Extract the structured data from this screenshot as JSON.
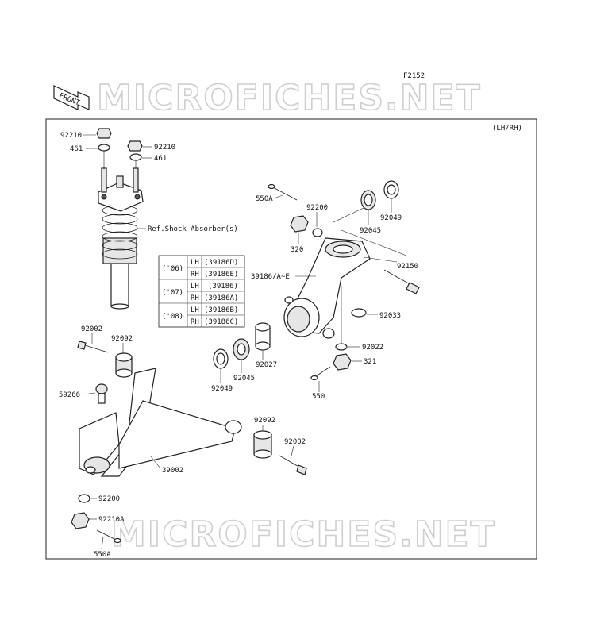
{
  "figure_code": "F2152",
  "side_note": "(LH/RH)",
  "front_label": "FRONT",
  "watermark_text": "MICROFICHES.NET",
  "ref_note": "Ref.Shock Absorber(s)",
  "parts": {
    "p92210_top": "92210",
    "p461_top": "461",
    "p92210_b": "92210",
    "p461_b": "461",
    "p550A_top": "550A",
    "p92200_top": "92200",
    "p320": "320",
    "p92045_top": "92045",
    "p92049_top": "92049",
    "p92150": "92150",
    "p39186": "39186/A~E",
    "p92033": "92033",
    "p92022": "92022",
    "p321": "321",
    "p550": "550",
    "p92002_left": "92002",
    "p92092_left": "92092",
    "p92027": "92027",
    "p92045_low": "92045",
    "p92049_low": "92049",
    "p59266": "59266",
    "p92092_right": "92092",
    "p92002_right": "92002",
    "p39002": "39002",
    "p92200_low": "92200",
    "p92210A": "92210A",
    "p550A_low": "550A"
  },
  "year_table": [
    {
      "year": "('06)",
      "rows": [
        {
          "side": "LH",
          "code": "(39186D)"
        },
        {
          "side": "RH",
          "code": "(39186E)"
        }
      ]
    },
    {
      "year": "('07)",
      "rows": [
        {
          "side": "LH",
          "code": "(39186)"
        },
        {
          "side": "RH",
          "code": "(39186A)"
        }
      ]
    },
    {
      "year": "('08)",
      "rows": [
        {
          "side": "LH",
          "code": "(39186B)"
        },
        {
          "side": "RH",
          "code": "(39186C)"
        }
      ]
    }
  ]
}
